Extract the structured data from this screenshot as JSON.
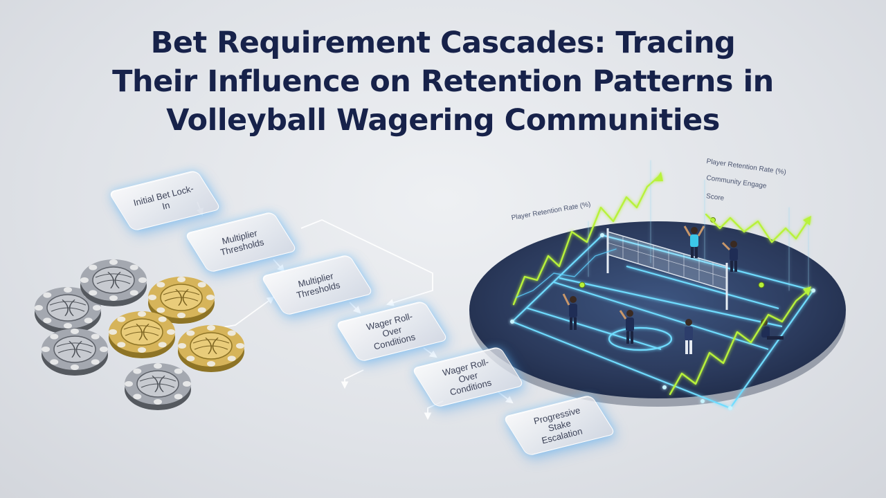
{
  "title": {
    "line1": "Bet Requirement Cascades: Tracing",
    "line2": "Their Influence on Retention Patterns in",
    "line3": "Volleyball Wagering Communities"
  },
  "cascade_steps": [
    {
      "label": "Initial Bet Lock-In"
    },
    {
      "label": "Multiplier Thresholds"
    },
    {
      "label": "Multiplier Thresholds"
    },
    {
      "label": "Wager Roll-Over Conditions"
    },
    {
      "label": "Wager Roll-Over Conditions"
    },
    {
      "label": "Progressive Stake Escalation"
    }
  ],
  "chart_labels": {
    "left": "Player Retention Rate (%)",
    "right_top": "Player Retention Rate (%)",
    "right_mid": "Community Engage",
    "right_small": "Score"
  },
  "colors": {
    "title": "#17224a",
    "accent_cyan": "#5fd2ff",
    "accent_green": "#b8f23a",
    "court_base": "#2b3a5c",
    "chip_gold": "#c9a84a",
    "chip_silver": "#9a9ea6"
  },
  "icons": [
    "volleyball-chip-icon",
    "volleyball-net-icon",
    "player-figure-icon",
    "arrow-connector-icon"
  ]
}
